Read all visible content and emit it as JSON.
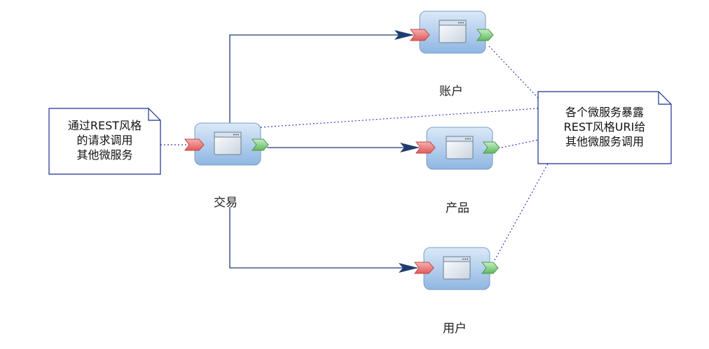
{
  "services": {
    "trade": {
      "label": "交易"
    },
    "account": {
      "label": "账户"
    },
    "product": {
      "label": "产品"
    },
    "user": {
      "label": "用户"
    }
  },
  "notes": {
    "left": {
      "lines": [
        "通过REST风格",
        "的请求调用",
        "其他微服务"
      ]
    },
    "right": {
      "lines": [
        "各个微服务暴露",
        "REST风格URI给",
        "其他微服务调用"
      ]
    }
  },
  "colors": {
    "arrow": "#1f3c6e",
    "dotted": "#3a3ab8",
    "note_border": "#1c2f8f",
    "in_port": "#e86a6a",
    "out_port": "#6cc06c",
    "node_fill": "#a9c8ea"
  }
}
